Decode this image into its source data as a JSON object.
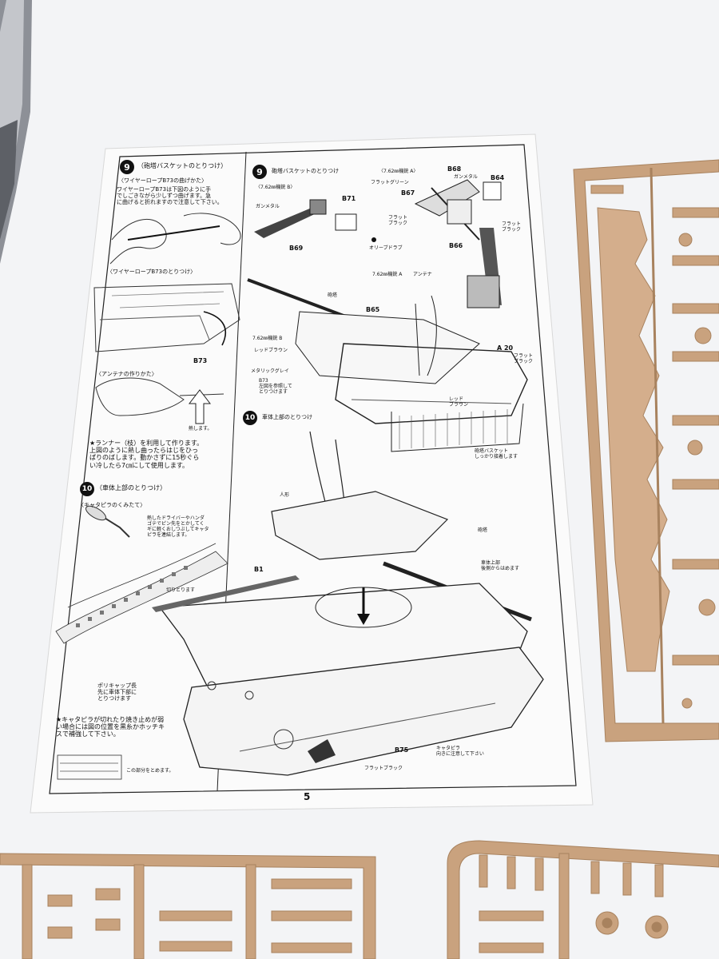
{
  "sheet": {
    "page_number": "5",
    "left_column": {
      "step9": {
        "badge": "9",
        "title": "（砲塔バスケットのとりつけ）",
        "wire_bend_heading": "〈ワイヤーロープB73の曲げかた〉",
        "wire_bend_text": "ワイヤーロープB73は下図のように手\nでしごきながら少しずつ曲げます。急\nに曲げると折れますので注意して下さい。",
        "wire_attach_heading": "〈ワイヤーロープB73のとりつけ〉",
        "b73_label": "B73",
        "antenna_heading": "〈アンテナの作りかた〉",
        "heat_label": "熱します。",
        "antenna_text": "★ランナー（枝）を利用して作ります。\n上図のように熱し曲ったらはじをひっ\nぱりのばします。動かさずに15秒ぐら\nい冷したら7㎝にして使用します。"
      },
      "step10": {
        "badge": "10",
        "title": "（車体上部のとりつけ）",
        "track_heading": "〈キャタピラのくみたて〉",
        "track_text": "熱したドライバーやハンダ\nゴテでピン先をとかしてく\nギに軽くおしつぶしてキャタ\nピラを連結します。",
        "cut_label": "切りとります",
        "poly_cap_note": "ポリキャップ長\n先に車体下部に\nとりつけます",
        "patch_note": "★キャタピラが切れたり焼き止めが弱\nい場合には図の位置を黒糸かホッチキ\nスで補強して下さい。",
        "staple_note": "この部分をとめます。"
      }
    },
    "right_column": {
      "step9": {
        "badge": "9",
        "title": "砲塔バスケットのとりつけ",
        "mg_b_heading": "〈7.62㎜機銃 B〉",
        "gunmetal_label": "ガンメタル",
        "b71": "B71",
        "b69": "B69",
        "olive_drab": "オリーブドラブ",
        "mg_a_heading": "〈7.62㎜機銃 A〉",
        "flat_green": "フラットグリーン",
        "b68": "B68",
        "gunmetal_label_2": "ガンメタル",
        "b64": "B64",
        "b67": "B67",
        "flat_black_1": "フラット\nブラック",
        "flat_black_2": "フラット\nブラック",
        "b66": "B66",
        "mg_a_label": "7.62㎜機銃 A",
        "antenna_label": "アンテナ",
        "turret_label": "砲塔",
        "b65": "B65",
        "mg_b_label": "7.62㎜機銃 B",
        "red_brown": "レッドブラウン",
        "metallic_grey": "メタリックグレイ",
        "b73_ref": "B73\n左図を参照して\nとりつけます",
        "a20": "A 20",
        "flat_black_3": "フラット\nブラック",
        "red_brown_2": "レッド\nブラウン",
        "basket_note": "砲塔バスケット\nしっかり接着します"
      },
      "step10": {
        "badge": "10",
        "title": "車体上部のとりつけ",
        "figure_label": "人形",
        "turret_label": "砲塔",
        "hull_note": "車体上部\n後側からはめます",
        "b1": "B1",
        "b75": "B75",
        "track_note": "キャタピラ\n向きに注意して下さい",
        "flat_black": "フラットブラック"
      }
    }
  },
  "colors": {
    "background": "#f3f4f6",
    "sprue": "#c9a27e",
    "sprue_shadow": "#a8825e",
    "paper": "#fbfbfb",
    "ink": "#111111"
  }
}
